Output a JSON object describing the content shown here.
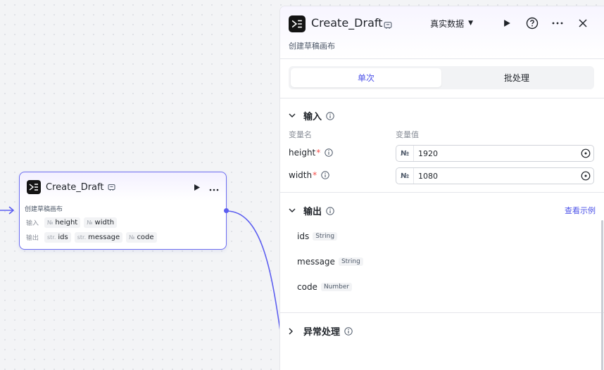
{
  "node": {
    "title": "Create_Draft",
    "description": "创建草稿画布",
    "input_label": "输入",
    "output_label": "输出",
    "inputs": [
      {
        "type": "№",
        "name": "height"
      },
      {
        "type": "№",
        "name": "width"
      }
    ],
    "outputs": [
      {
        "type": "str.",
        "name": "ids"
      },
      {
        "type": "str.",
        "name": "message"
      },
      {
        "type": "№",
        "name": "code"
      }
    ]
  },
  "panel": {
    "title": "Create_Draft",
    "description": "创建草稿画布",
    "data_mode": "真实数据",
    "tabs": [
      {
        "label": "单次",
        "active": true
      },
      {
        "label": "批处理",
        "active": false
      }
    ],
    "input_section": {
      "title": "输入",
      "col_name": "变量名",
      "col_value": "变量值",
      "vars": [
        {
          "name": "height",
          "required": "*",
          "type": "№",
          "value": "1920"
        },
        {
          "name": "width",
          "required": "*",
          "type": "№",
          "value": "1080"
        }
      ]
    },
    "output_section": {
      "title": "输出",
      "example_link": "查看示例",
      "items": [
        {
          "name": "ids",
          "type": "String"
        },
        {
          "name": "message",
          "type": "String"
        },
        {
          "name": "code",
          "type": "Number"
        }
      ]
    },
    "exception_section": {
      "title": "异常处理"
    }
  },
  "colors": {
    "accent": "#4d53e8",
    "node_border": "#6b6cf0",
    "edge": "#5c5ef0",
    "required": "#f54a45"
  }
}
